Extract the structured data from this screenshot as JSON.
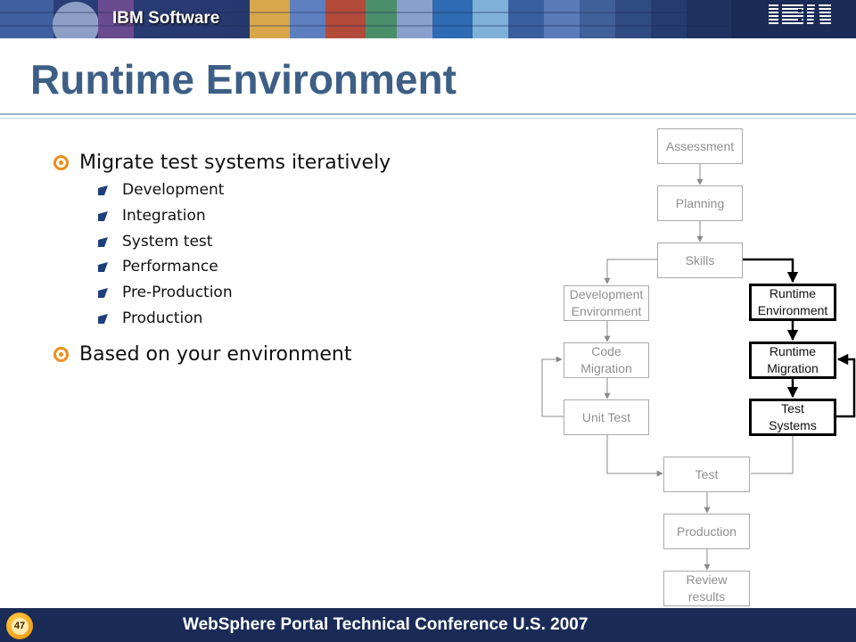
{
  "header": {
    "brand": "IBM Software",
    "logo_text": "IBM"
  },
  "title": "Runtime Environment",
  "bullets": [
    {
      "text": "Migrate test systems iteratively",
      "sub": [
        "Development",
        "Integration",
        "System test",
        "Performance",
        "Pre-Production",
        "Production"
      ]
    },
    {
      "text": "Based on your environment",
      "sub": []
    }
  ],
  "flow": {
    "nodes": {
      "assessment": "Assessment",
      "planning": "Planning",
      "skills": "Skills",
      "dev_env": "Development\nEnvironment",
      "runtime_env": "Runtime\nEnvironment",
      "code_migration": "Code\nMigration",
      "runtime_migration": "Runtime\nMigration",
      "unit_test": "Unit Test",
      "test_systems": "Test\nSystems",
      "test": "Test",
      "production": "Production",
      "review": "Review\nresults"
    }
  },
  "footer": {
    "text": "WebSphere Portal Technical Conference U.S. 2007",
    "page": "47"
  },
  "colors": {
    "navy": "#1b2b57",
    "title": "#3d5f86",
    "bullet_orange": "#f08c1a",
    "bullet_blue": "#1f3f7a"
  }
}
